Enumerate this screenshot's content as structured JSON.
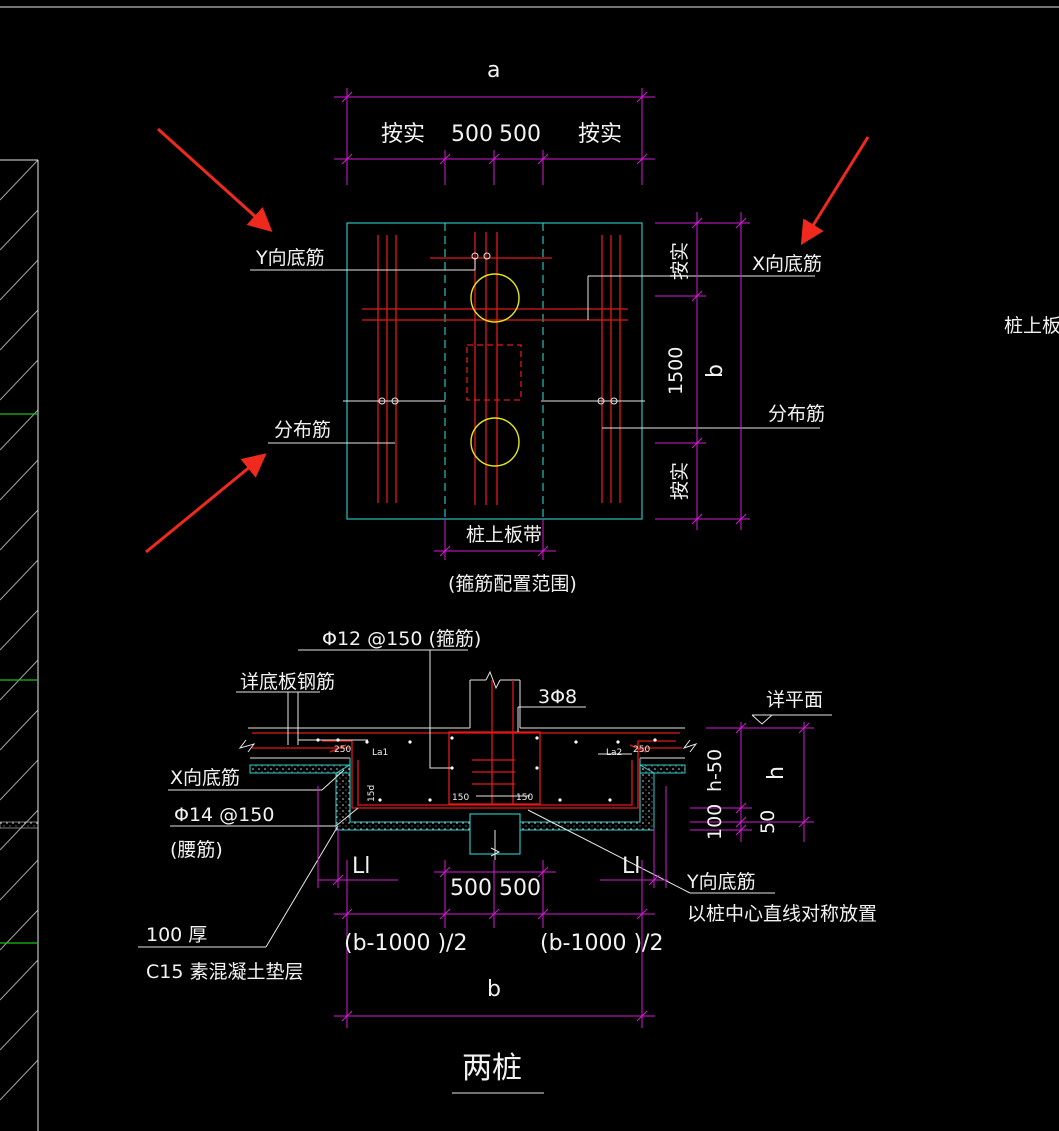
{
  "plan": {
    "dim_top_a": "a",
    "dim_left": "按实",
    "dim_mid1": "500",
    "dim_mid2": "500",
    "dim_right": "按实",
    "dim_side_top": "按实",
    "dim_side_mid": "1500",
    "dim_side_bot": "按实",
    "dim_side_b": "b",
    "label_y_rebar": "Y向底筋",
    "label_x_rebar": "X向底筋",
    "label_dist_left": "分布筋",
    "label_dist_right": "分布筋",
    "label_pile_band": "桩上板带",
    "label_stirrup_range": "(箍筋配置范围)",
    "label_right_cut": "桩上板带"
  },
  "section": {
    "label_stirrup": "Φ12 @150 (箍筋)",
    "label_slab_rebar": "详底板钢筋",
    "label_3phi8": "3Φ8",
    "label_detail_plan": "详平面",
    "label_x_rebar": "X向底筋",
    "label_waist": "Φ14 @150",
    "label_waist2": "(腰筋)",
    "label_ll_left": "Ll",
    "label_ll_right": "Ll",
    "label_500a": "500",
    "label_500b": "500",
    "label_y_rebar": "Y向底筋",
    "label_sym": "以桩中心直线对称放置",
    "label_cushion1": "100 厚",
    "label_cushion2": "C15 素混凝土垫层",
    "label_half_left": "(b-1000 )/2",
    "label_half_right": "(b-1000 )/2",
    "label_b": "b",
    "label_h50": "h-50",
    "label_h": "h",
    "label_100": "100",
    "label_50": "50",
    "tag_250a": "250",
    "tag_la1": "La1",
    "tag_la2": "La2",
    "tag_250b": "250",
    "tag_15d": "15d",
    "tag_150a": "150",
    "tag_150b": "150"
  },
  "title": "两桩"
}
